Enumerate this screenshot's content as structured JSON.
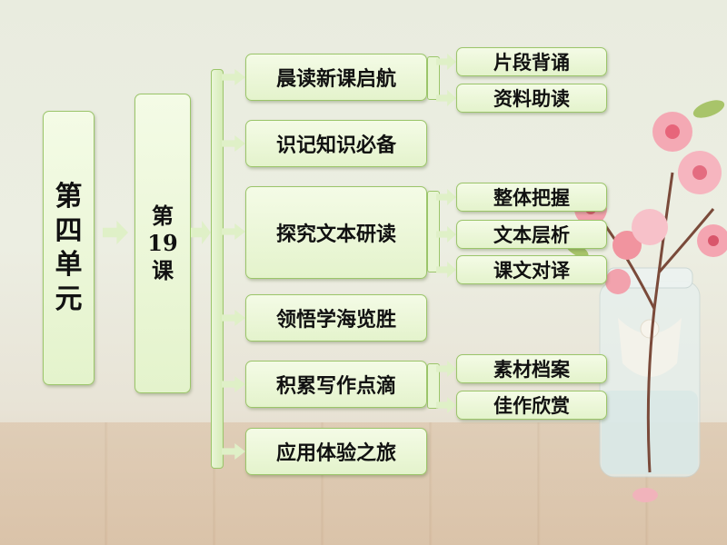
{
  "unit": {
    "chars": [
      "第",
      "四",
      "单",
      "元"
    ]
  },
  "lesson": {
    "lines": [
      "第",
      "19",
      "课"
    ]
  },
  "sections": [
    {
      "label": "晨读新课启航",
      "children": [
        "片段背诵",
        "资料助读"
      ]
    },
    {
      "label": "识记知识必备",
      "children": []
    },
    {
      "label": "探究文本研读",
      "children": [
        "整体把握",
        "文本层析",
        "课文对译"
      ]
    },
    {
      "label": "领悟学海览胜",
      "children": []
    },
    {
      "label": "积累写作点滴",
      "children": [
        "素材档案",
        "佳作欣赏"
      ]
    },
    {
      "label": "应用体验之旅",
      "children": []
    }
  ]
}
